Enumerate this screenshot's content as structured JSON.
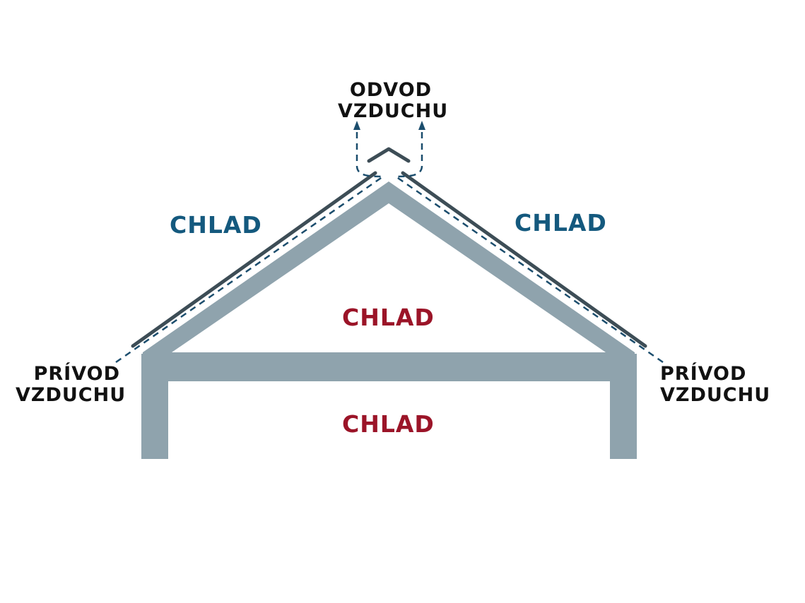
{
  "labels": {
    "outlet": [
      "ODVOD",
      "VZDUCHU"
    ],
    "intake_left": [
      "PRÍVOD",
      "VZDUCHU"
    ],
    "intake_right": [
      "PRÍVOD",
      "VZDUCHU"
    ],
    "cold_outside_left": "CHLAD",
    "cold_outside_right": "CHLAD",
    "cold_attic": "CHLAD",
    "cold_room": "CHLAD"
  },
  "colors": {
    "structure": "#8fa3ad",
    "roof_cover": "#3d4d56",
    "airflow": "#1b4d6d",
    "outside_text": "#14597e",
    "inside_text": "#9b1428",
    "caption_text": "#111111"
  }
}
